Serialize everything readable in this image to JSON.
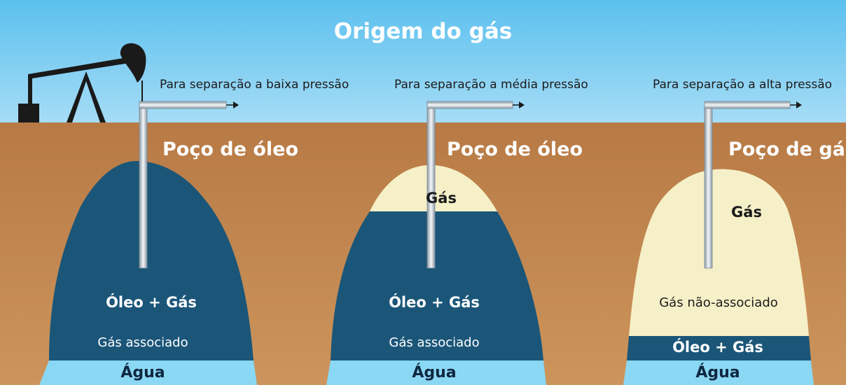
{
  "title": "Origem do gás",
  "wells": [
    {
      "route": "Para separação a baixa pressão",
      "well_type": "Poço de óleo",
      "fluid": "Óleo + Gás",
      "gas_type": "Gás associado",
      "water": "Água"
    },
    {
      "route": "Para separação a média pressão",
      "well_type": "Poço de óleo",
      "gas_cap": "Gás",
      "fluid": "Óleo + Gás",
      "gas_type": "Gás associado",
      "water": "Água"
    },
    {
      "route": "Para separação a alta pressão",
      "well_type": "Poço de gás",
      "gas_cap": "Gás",
      "gas_type": "Gás não-associado",
      "fluid": "Óleo + Gás",
      "water": "Água"
    }
  ],
  "colors": {
    "sky": "#5cc0ee",
    "ground": "#b87a45",
    "oil": "#1b5679",
    "gas": "#f6f0c8",
    "water": "#8ad8f4",
    "pipe": "#c8d0d6"
  }
}
